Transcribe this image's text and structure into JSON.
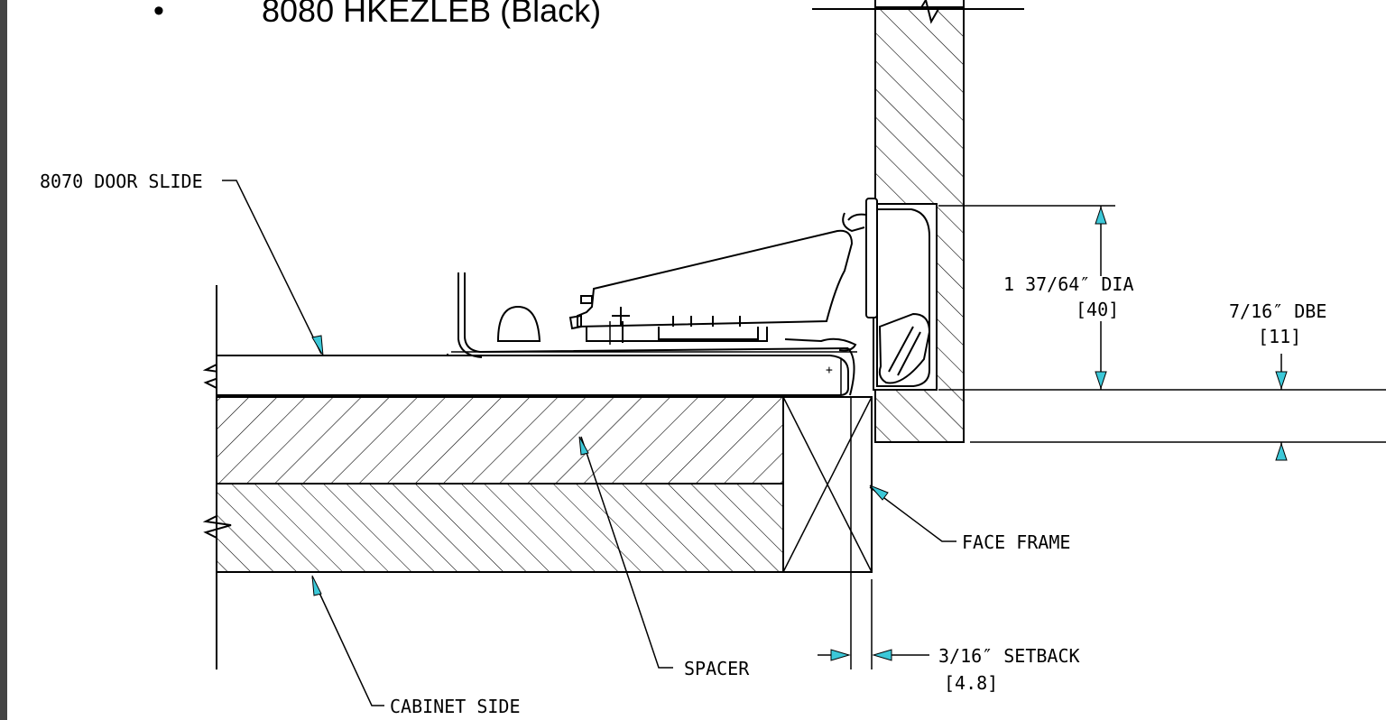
{
  "header": {
    "bullet": "•",
    "title": "8080 HKEZLEB  (Black)"
  },
  "labels": {
    "door_slide": "8070 DOOR SLIDE",
    "dia": "1 37/64″ DIA",
    "dia_mm": "[40]",
    "dbe": "7/16″ DBE",
    "dbe_mm": "[11]",
    "face_frame": "FACE FRAME",
    "setback": "3/16″ SETBACK",
    "setback_mm": "[4.8]",
    "spacer": "SPACER",
    "cabinet_side": "CABINET SIDE"
  },
  "colors": {
    "line": "#000000",
    "arrow": "#3cc8d8",
    "border": "#444444"
  }
}
